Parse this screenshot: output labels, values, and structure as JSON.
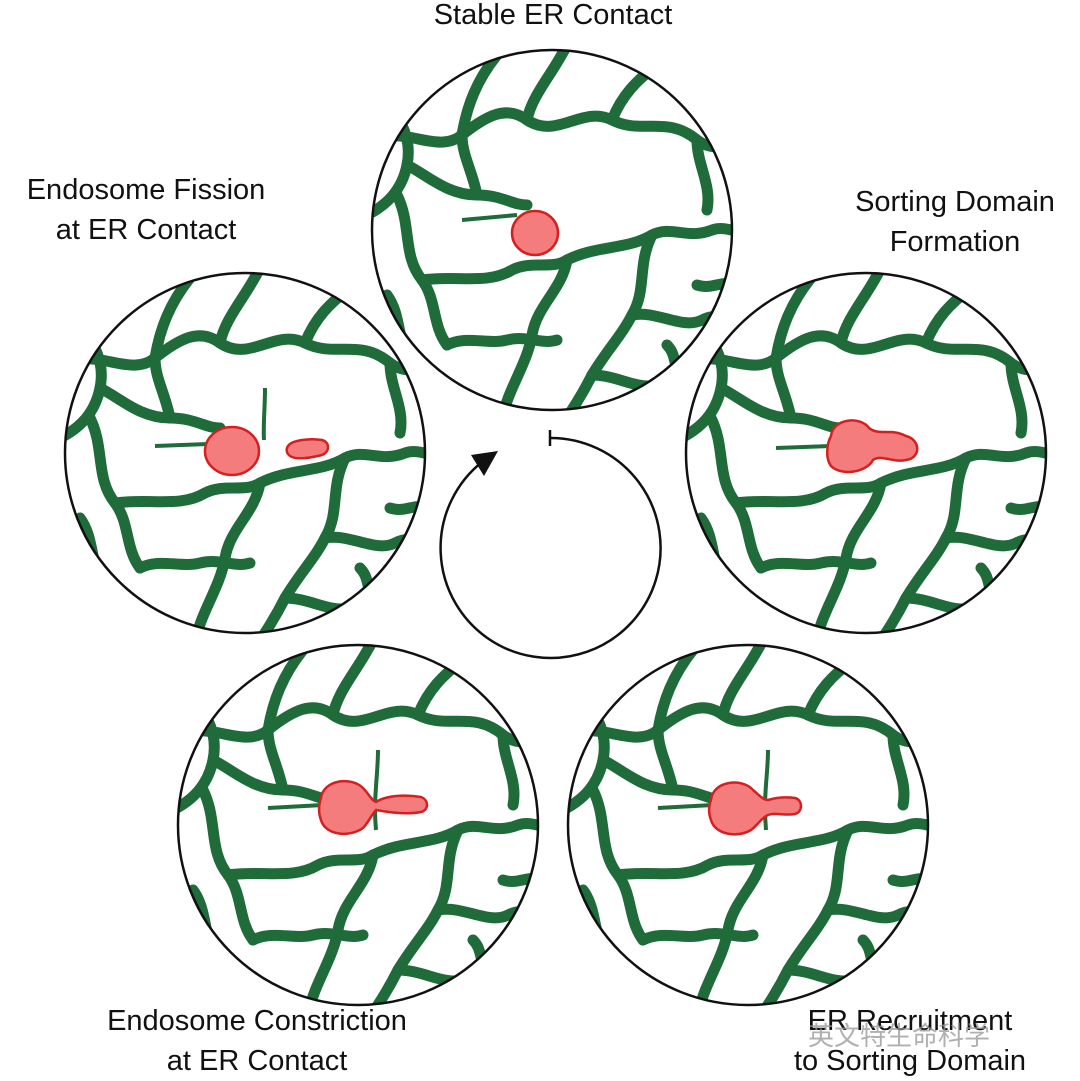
{
  "diagram": {
    "panels": [
      {
        "id": "stable",
        "title_lines": [
          "Stable ER Contact"
        ]
      },
      {
        "id": "sorting",
        "title_lines": [
          "Sorting Domain",
          "Formation"
        ]
      },
      {
        "id": "recruit",
        "title_lines": [
          "ER Recruitment",
          "to Sorting Domain"
        ]
      },
      {
        "id": "constrict",
        "title_lines": [
          "Endosome Constriction",
          "at ER Contact"
        ]
      },
      {
        "id": "fission",
        "title_lines": [
          "Endosome Fission",
          "at ER Contact"
        ]
      }
    ],
    "colors": {
      "er": "#1f6b3a",
      "endosome_fill": "#f47c7c",
      "endosome_stroke": "#d42020",
      "circle_stroke": "#111111"
    },
    "watermark": "英文特生命科学"
  }
}
